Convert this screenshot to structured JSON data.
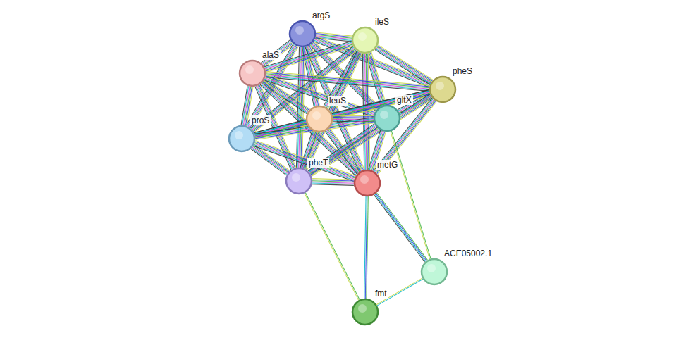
{
  "diagram": {
    "nodes": [
      {
        "text": [
          "argS"
        ]
      },
      {
        "text": [
          "ileS"
        ]
      },
      {
        "text": [
          "alaS"
        ]
      },
      {
        "text": [
          "pheS"
        ]
      },
      {
        "text": [
          "leuS"
        ]
      },
      {
        "text": [
          "gltX"
        ]
      },
      {
        "text": [
          "proS"
        ]
      },
      {
        "text": [
          "pheT"
        ]
      },
      {
        "text": [
          "metG"
        ]
      },
      {
        "text": [
          "ACE05002.1"
        ]
      },
      {
        "text": [
          "fmt"
        ]
      }
    ],
    "edges": [
      {
        "from": 0,
        "to": 1,
        "arrow": "none"
      },
      {
        "from": 0,
        "to": 2,
        "arrow": "none"
      },
      {
        "from": 0,
        "to": 3,
        "arrow": "none"
      },
      {
        "from": 0,
        "to": 4,
        "arrow": "none"
      },
      {
        "from": 0,
        "to": 5,
        "arrow": "none"
      },
      {
        "from": 0,
        "to": 6,
        "arrow": "none"
      },
      {
        "from": 0,
        "to": 7,
        "arrow": "none"
      },
      {
        "from": 0,
        "to": 8,
        "arrow": "none"
      },
      {
        "from": 1,
        "to": 2,
        "arrow": "none"
      },
      {
        "from": 1,
        "to": 3,
        "arrow": "none"
      },
      {
        "from": 1,
        "to": 4,
        "arrow": "none"
      },
      {
        "from": 1,
        "to": 5,
        "arrow": "none"
      },
      {
        "from": 1,
        "to": 6,
        "arrow": "none"
      },
      {
        "from": 1,
        "to": 7,
        "arrow": "none"
      },
      {
        "from": 1,
        "to": 8,
        "arrow": "none"
      },
      {
        "from": 2,
        "to": 3,
        "arrow": "none"
      },
      {
        "from": 2,
        "to": 4,
        "arrow": "none"
      },
      {
        "from": 2,
        "to": 5,
        "arrow": "none"
      },
      {
        "from": 2,
        "to": 6,
        "arrow": "none"
      },
      {
        "from": 2,
        "to": 7,
        "arrow": "none"
      },
      {
        "from": 2,
        "to": 8,
        "arrow": "none"
      },
      {
        "from": 3,
        "to": 4,
        "arrow": "none"
      },
      {
        "from": 3,
        "to": 5,
        "arrow": "none"
      },
      {
        "from": 3,
        "to": 6,
        "arrow": "none"
      },
      {
        "from": 3,
        "to": 7,
        "arrow": "none"
      },
      {
        "from": 3,
        "to": 8,
        "arrow": "none"
      },
      {
        "from": 4,
        "to": 5,
        "arrow": "none"
      },
      {
        "from": 4,
        "to": 6,
        "arrow": "none"
      },
      {
        "from": 4,
        "to": 7,
        "arrow": "none"
      },
      {
        "from": 4,
        "to": 8,
        "arrow": "none"
      },
      {
        "from": 5,
        "to": 6,
        "arrow": "none"
      },
      {
        "from": 5,
        "to": 7,
        "arrow": "none"
      },
      {
        "from": 5,
        "to": 8,
        "arrow": "none"
      },
      {
        "from": 6,
        "to": 7,
        "arrow": "none"
      },
      {
        "from": 6,
        "to": 8,
        "arrow": "none"
      },
      {
        "from": 7,
        "to": 8,
        "arrow": "none"
      },
      {
        "from": 8,
        "to": 9,
        "arrow": "none"
      },
      {
        "from": 8,
        "to": 10,
        "arrow": "none"
      },
      {
        "from": 7,
        "to": 10,
        "arrow": "none"
      },
      {
        "from": 5,
        "to": 9,
        "arrow": "none"
      },
      {
        "from": 9,
        "to": 10,
        "arrow": "none"
      }
    ]
  }
}
